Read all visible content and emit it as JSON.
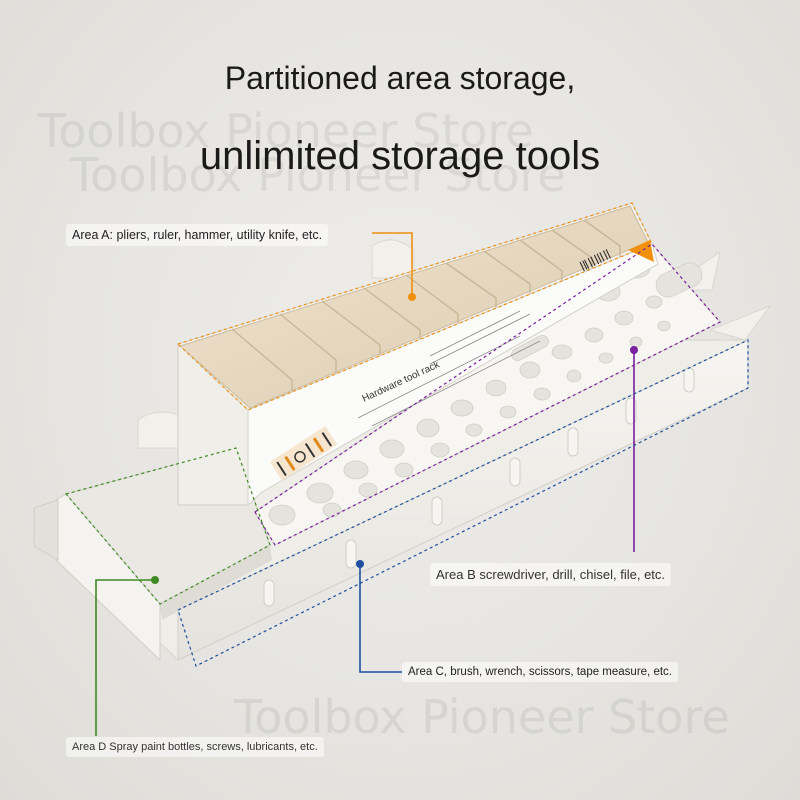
{
  "headline": {
    "line1": "Partitioned area storage,",
    "line2": "unlimited storage tools"
  },
  "watermark": {
    "text": "Toolbox Pioneer Store"
  },
  "box_label": {
    "text": "Hardware tool rack"
  },
  "callouts": {
    "area_a": {
      "key": "Area A:",
      "text": " pliers, ruler, hammer, utility knife, etc."
    },
    "area_b": {
      "key": "Area B",
      "text": " screwdriver, drill, chisel, file, etc."
    },
    "area_c": {
      "key": "Area C,",
      "text": " brush, wrench, scissors, tape measure, etc."
    },
    "area_d": {
      "key": "Area D",
      "text": " Spray paint bottles, screws, lubricants, etc."
    }
  },
  "colors": {
    "area_a": "#f0900e",
    "area_b": "#7a1fa0",
    "area_c": "#1f4fa0",
    "area_d": "#3f8a22",
    "rack_body": "#f2f1ec",
    "divider_wood": "#e6d8c2"
  }
}
